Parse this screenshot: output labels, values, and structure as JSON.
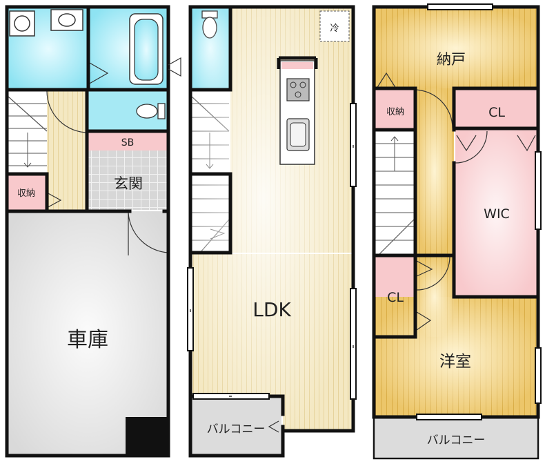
{
  "labels": {
    "garage": "車庫",
    "entrance": "玄関",
    "shoe_box": "SB",
    "storage_1f": "収納",
    "ldk": "LDK",
    "fridge": "冷",
    "balcony_2f": "バルコニー",
    "storeroom": "納戸",
    "storage_3f": "収納",
    "closet_top": "CL",
    "walk_in_closet": "WIC",
    "closet_left": "CL",
    "western_room": "洋室",
    "balcony_3f": "バルコニー"
  },
  "colors": {
    "wood_light": "#f3e6bd",
    "wood_gold": "#e9c060",
    "water": "#a6e9f4",
    "closet": "#f8c9cc",
    "garage": "#d9d9d9",
    "tile": "#cfcfcf",
    "balcony": "#dcdcdc",
    "wall": "#111111"
  }
}
